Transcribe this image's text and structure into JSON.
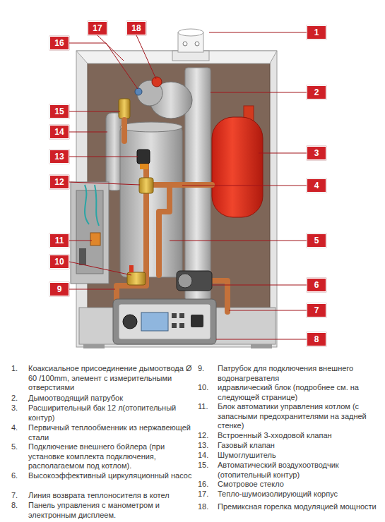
{
  "diagram": {
    "nodes": [
      {
        "text": [
          "1"
        ]
      },
      {
        "text": [
          "2"
        ]
      },
      {
        "text": [
          "3"
        ]
      },
      {
        "text": [
          "4"
        ]
      },
      {
        "text": [
          "5"
        ]
      },
      {
        "text": [
          "6"
        ]
      },
      {
        "text": [
          "7"
        ]
      },
      {
        "text": [
          "8"
        ]
      },
      {
        "text": [
          "9"
        ]
      },
      {
        "text": [
          "10"
        ]
      },
      {
        "text": [
          "11"
        ]
      },
      {
        "text": [
          "12"
        ]
      },
      {
        "text": [
          "13"
        ]
      },
      {
        "text": [
          "14"
        ]
      },
      {
        "text": [
          "15"
        ]
      },
      {
        "text": [
          "16"
        ]
      },
      {
        "text": [
          "17"
        ]
      },
      {
        "text": [
          "18"
        ]
      }
    ],
    "labels": [
      "1.",
      "Коаксиальное присоединение дымоотвода Ø 60 /100mm, элемент с измерительными отверстиями",
      "2.",
      "Дымоотводящий патрубок",
      "3.",
      "Расширительный бак 12 л(отопительный контур)",
      "4.",
      "Первичный теплообменник из нержавеющей стали",
      "5.",
      "Подключение внешнего бойлера (при установке комплекта подключения, располагаемом под котлом).",
      "6.",
      "Высокоэффективный циркуляционный насос",
      "7.",
      "Линия возврата теплоносителя в котел",
      "8.",
      "Панель управления с манометром и электронным дисплеем.",
      "9.",
      "Патрубок для подключения внешнего водонагревателя",
      "10.",
      "идравлический блок (подробнее см. на следующей странице)",
      "11.",
      "Блок автоматики управления котлом (с запасными предохранителями на задней стенке)",
      "12.",
      "Встроенный 3-ххoдовой клапан",
      "13.",
      "Газовый клапан",
      "14.",
      "Шумоглушитель",
      "15.",
      "Автоматический воздухоотводчик (отопительный контур)",
      "16.",
      "Смотровое стекло",
      "17.",
      "Тепло-шумоизолирующий корпус",
      "18.",
      "Премиксная горелка модуляцией мощности"
    ]
  }
}
